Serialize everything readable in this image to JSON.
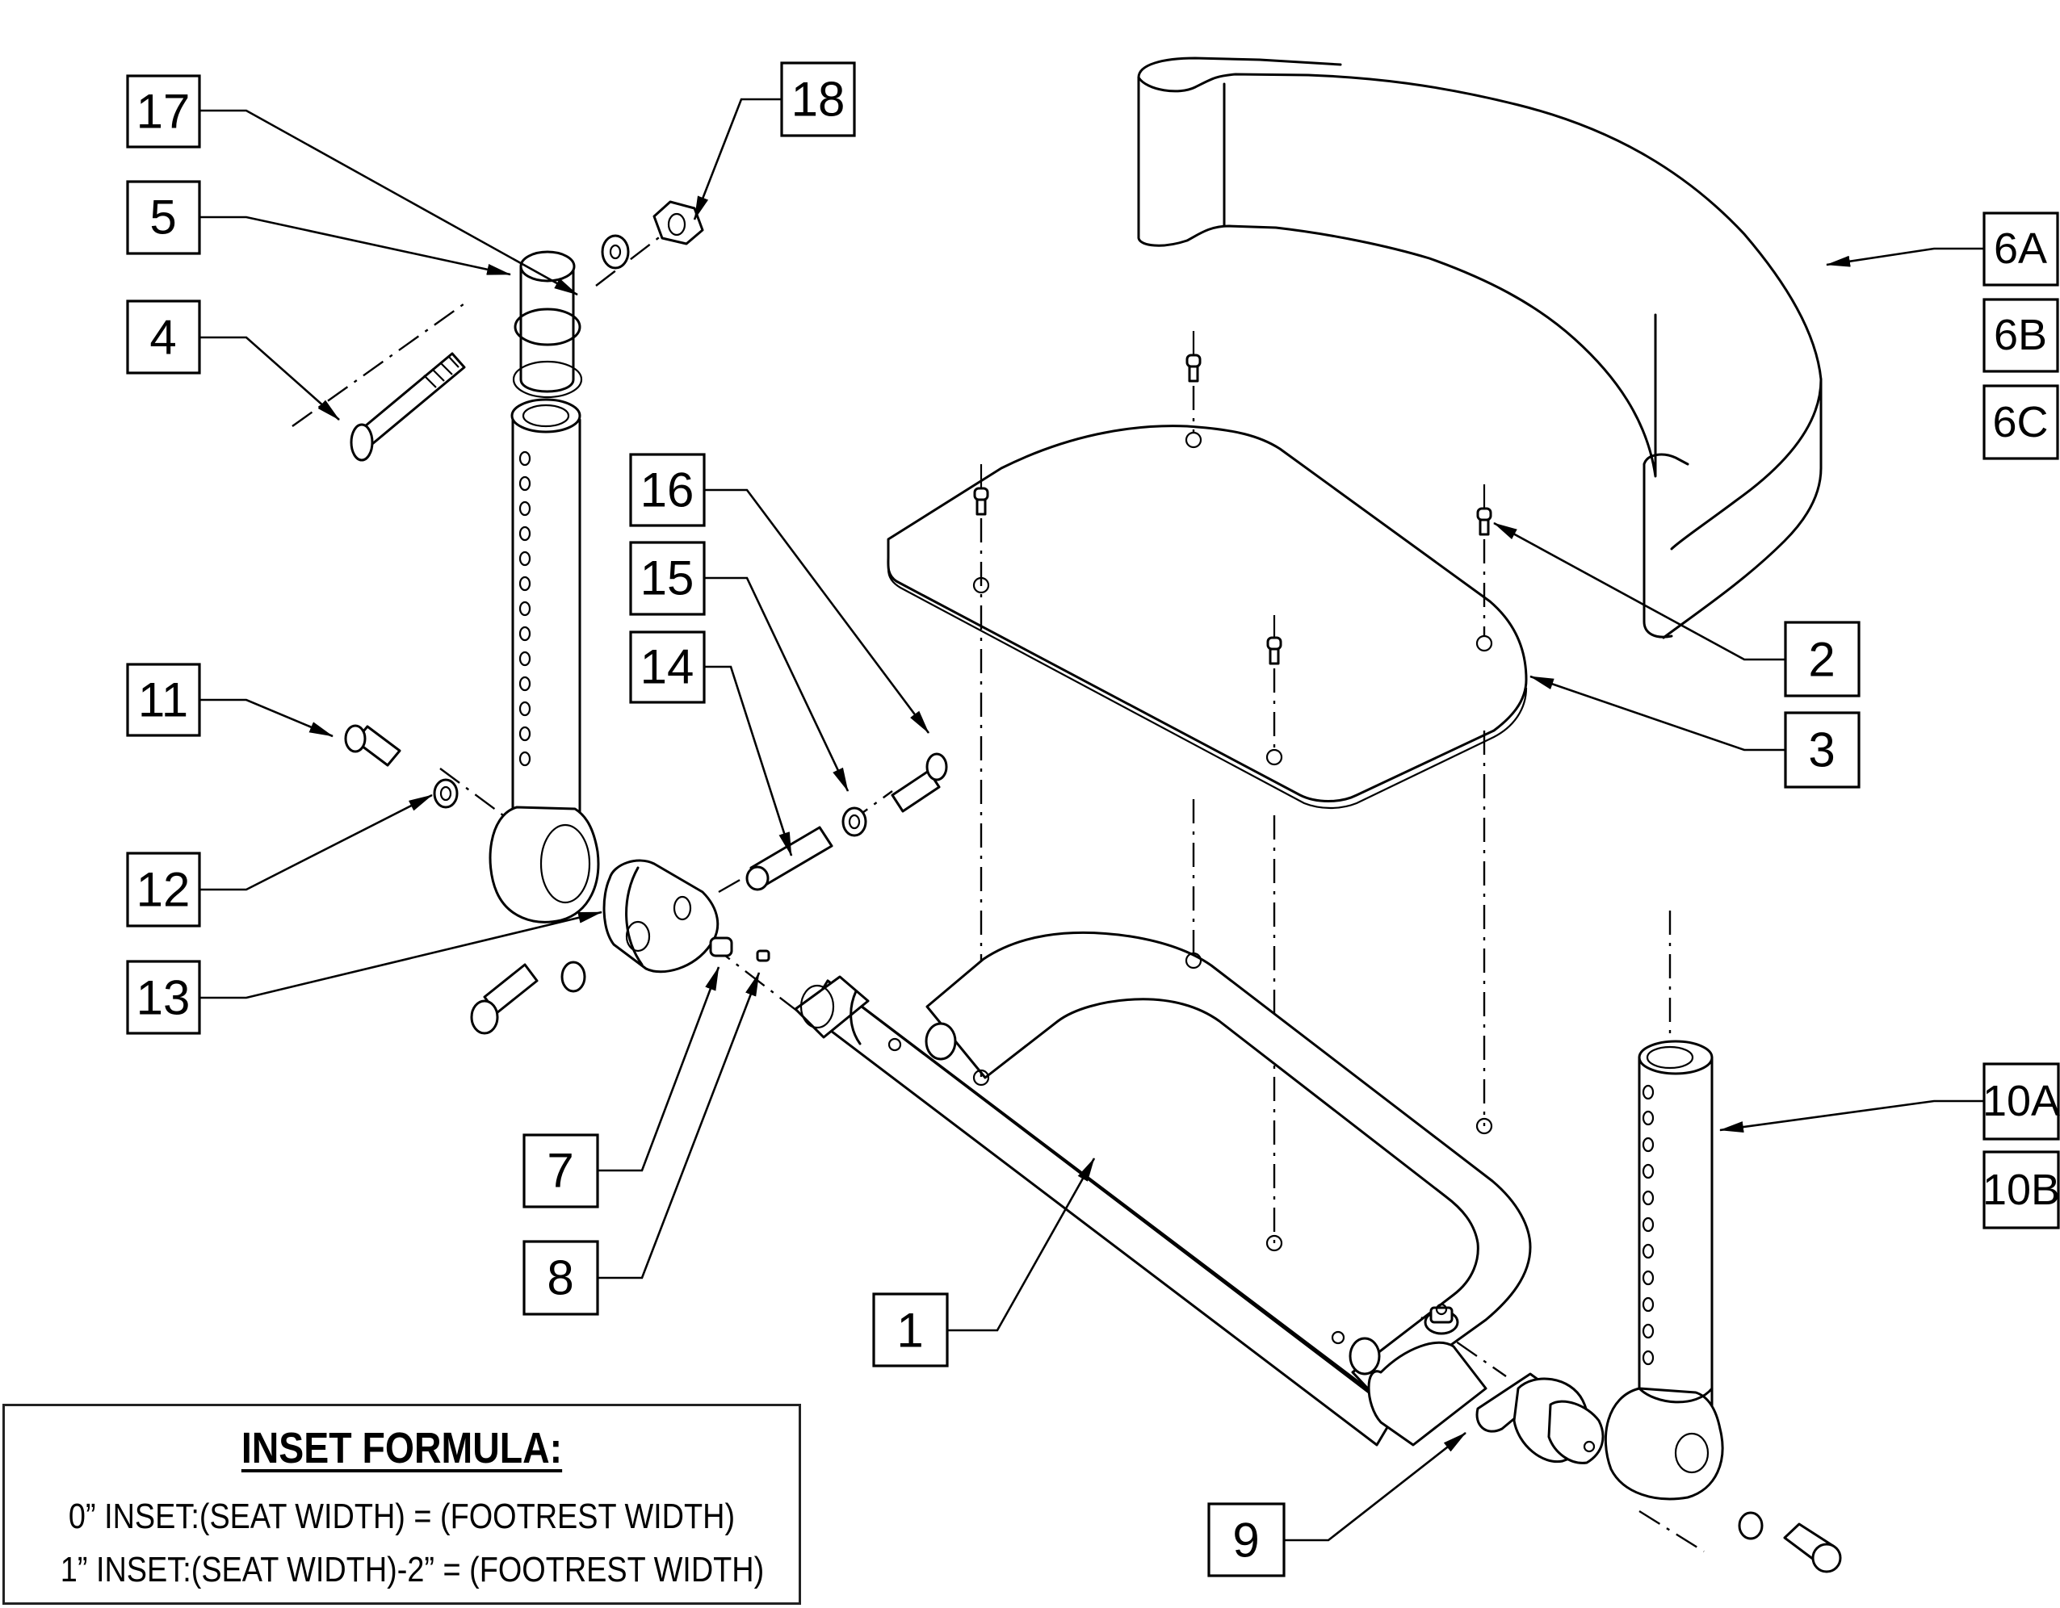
{
  "diagram": {
    "type": "exploded parts diagram",
    "callouts": [
      {
        "id": "1",
        "label": "1"
      },
      {
        "id": "2",
        "label": "2"
      },
      {
        "id": "3",
        "label": "3"
      },
      {
        "id": "4",
        "label": "4"
      },
      {
        "id": "5",
        "label": "5"
      },
      {
        "id": "6A",
        "label": "6A"
      },
      {
        "id": "6B",
        "label": "6B"
      },
      {
        "id": "6C",
        "label": "6C"
      },
      {
        "id": "7",
        "label": "7"
      },
      {
        "id": "8",
        "label": "8"
      },
      {
        "id": "9",
        "label": "9"
      },
      {
        "id": "10A",
        "label": "10A"
      },
      {
        "id": "10B",
        "label": "10B"
      },
      {
        "id": "11",
        "label": "11"
      },
      {
        "id": "12",
        "label": "12"
      },
      {
        "id": "13",
        "label": "13"
      },
      {
        "id": "14",
        "label": "14"
      },
      {
        "id": "15",
        "label": "15"
      },
      {
        "id": "16",
        "label": "16"
      },
      {
        "id": "17",
        "label": "17"
      },
      {
        "id": "18",
        "label": "18"
      }
    ],
    "parts": [
      "footrest-frame",
      "rivet",
      "foot-plate",
      "bolt",
      "bushing-sleeve",
      "calf-strap",
      "spacer",
      "set-screw",
      "clamp-bracket",
      "hanger-tube",
      "shoulder-bolt",
      "washer",
      "pivot-bracket",
      "spacer-tube",
      "washer-small",
      "flange-bolt",
      "washer-flat",
      "hex-nut"
    ]
  },
  "inset_formula": {
    "title": "INSET FORMULA:",
    "lines": [
      "0” INSET:(SEAT WIDTH) = (FOOTREST WIDTH)",
      "1” INSET:(SEAT WIDTH)-2” = (FOOTREST WIDTH)"
    ]
  },
  "colors": {
    "line": "#000000",
    "background": "#ffffff"
  }
}
